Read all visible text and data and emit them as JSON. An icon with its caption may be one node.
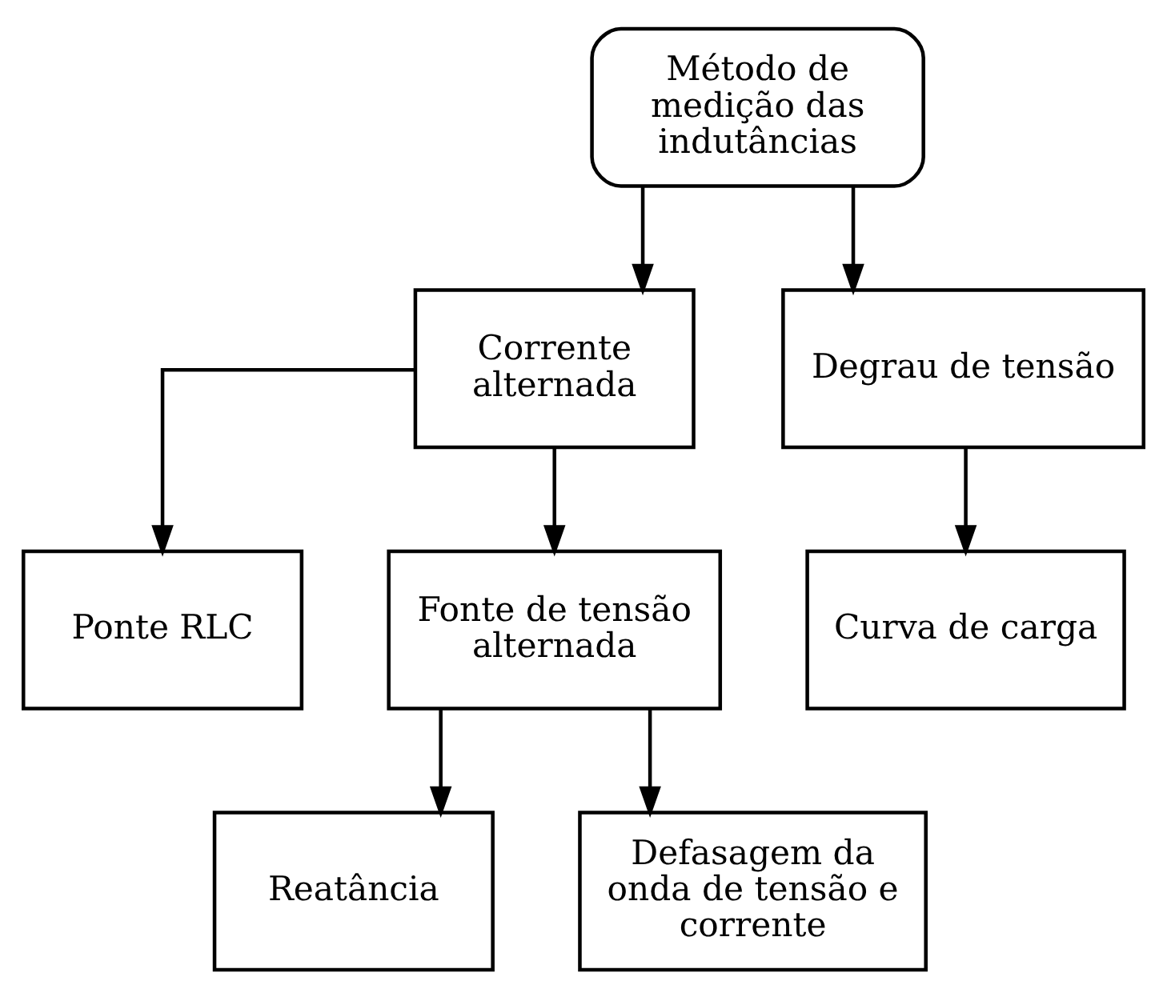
{
  "diagram": {
    "nodes": [
      {
        "text": [
          "Método de medição das indutâncias"
        ]
      },
      {
        "text": [
          "Corrente alternada"
        ]
      },
      {
        "text": [
          "Degrau de tensão"
        ]
      },
      {
        "text": [
          "Ponte RLC"
        ]
      },
      {
        "text": [
          "Fonte de tensão alternada"
        ]
      },
      {
        "text": [
          "Curva de carga"
        ]
      },
      {
        "text": [
          "Reatância"
        ]
      },
      {
        "text": [
          "Defasagem da onda de tensão e corrente"
        ]
      }
    ],
    "edges": [
      {
        "from": 0,
        "to": 1,
        "arrow": "to"
      },
      {
        "from": 0,
        "to": 2,
        "arrow": "to"
      },
      {
        "from": 1,
        "to": 3,
        "arrow": "to"
      },
      {
        "from": 1,
        "to": 4,
        "arrow": "to"
      },
      {
        "from": 2,
        "to": 5,
        "arrow": "to"
      },
      {
        "from": 4,
        "to": 6,
        "arrow": "to"
      },
      {
        "from": 4,
        "to": 7,
        "arrow": "to"
      }
    ]
  }
}
